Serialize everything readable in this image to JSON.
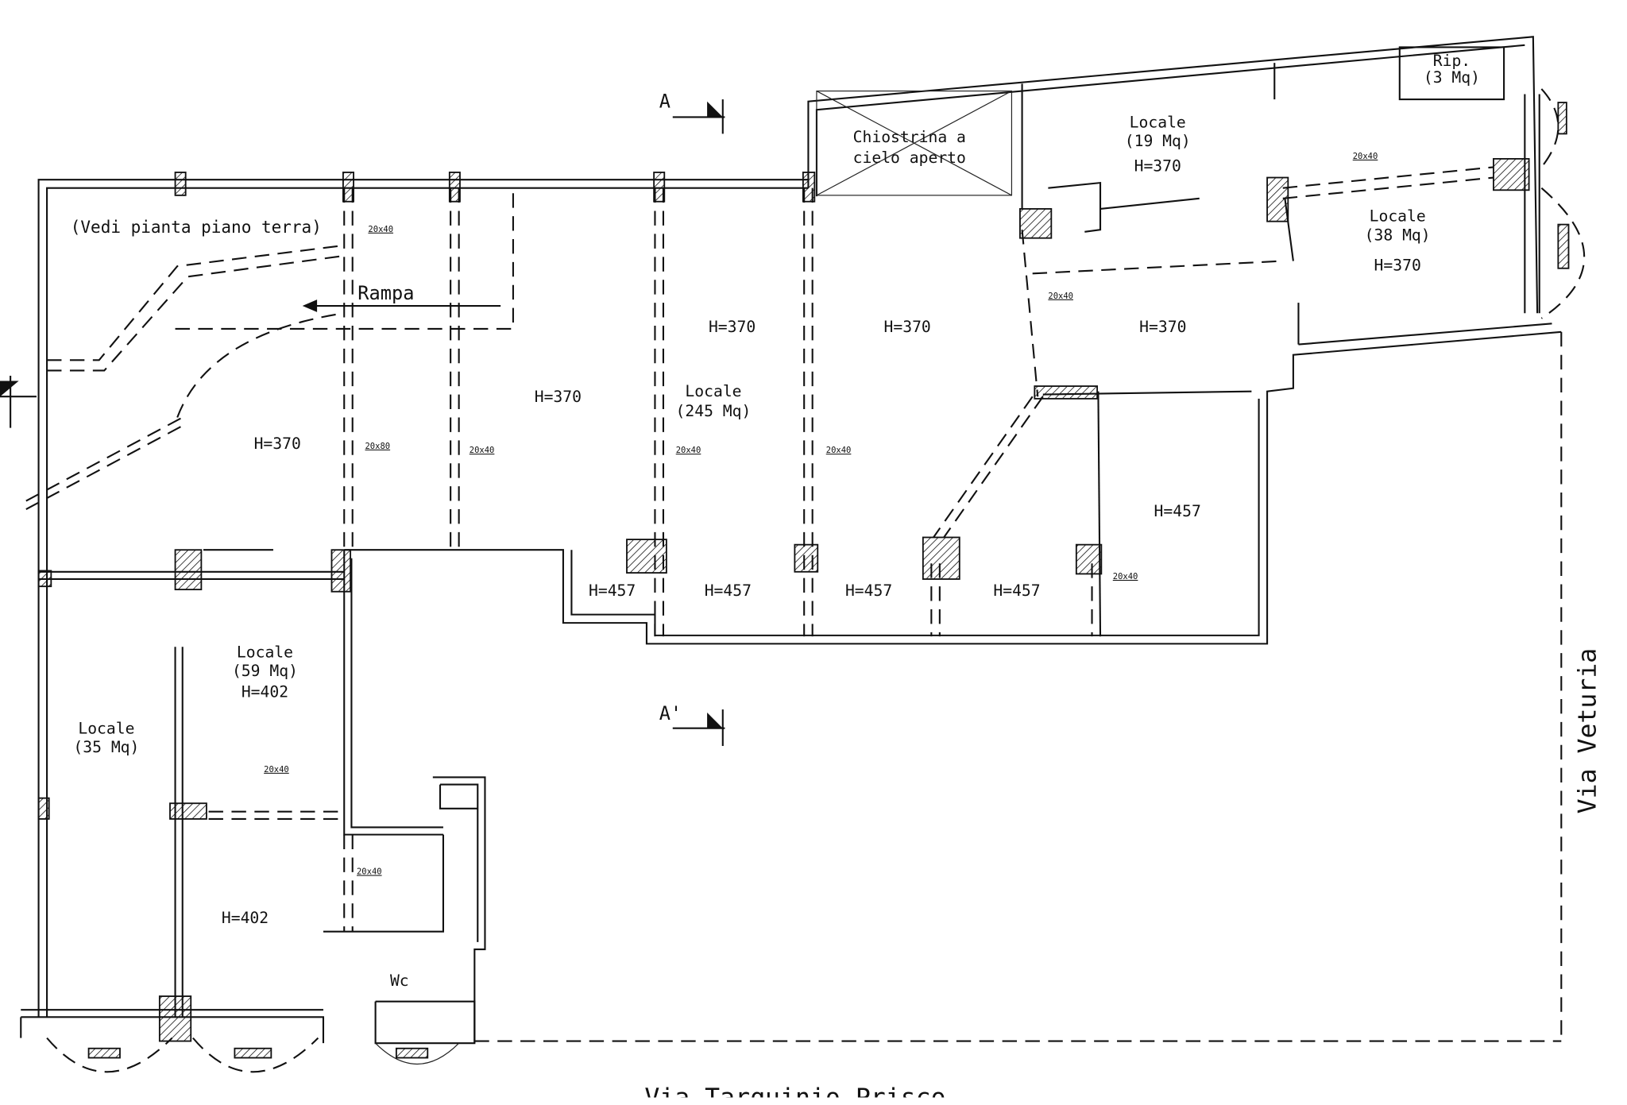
{
  "rooms": [
    {
      "name": "Locale",
      "area": "(245 Mq)"
    },
    {
      "name": "Locale",
      "area": "(19 Mq)",
      "height": "H=370"
    },
    {
      "name": "Locale",
      "area": "(38 Mq)",
      "height": "H=370"
    },
    {
      "name": "Locale",
      "area": "(59 Mq)",
      "height": "H=402"
    },
    {
      "name": "Locale",
      "area": "(35 Mq)"
    },
    {
      "name": "Rip.",
      "area": "(3 Mq)"
    }
  ],
  "courtyard": {
    "line1": "Chiostrina a",
    "line2": "cielo aperto"
  },
  "note": "(Vedi pianta piano terra)",
  "ramp": "Rampa",
  "wc": "Wc",
  "heights": {
    "h370": "H=370",
    "h457": "H=457",
    "h402": "H=402"
  },
  "beams": {
    "b2040": "20x40",
    "b2080": "20x80"
  },
  "sections": {
    "a": "A",
    "a_prime": "A'"
  },
  "streets": {
    "right": "Via Veturia",
    "bottom": "Via Tarquinio Prisco"
  }
}
